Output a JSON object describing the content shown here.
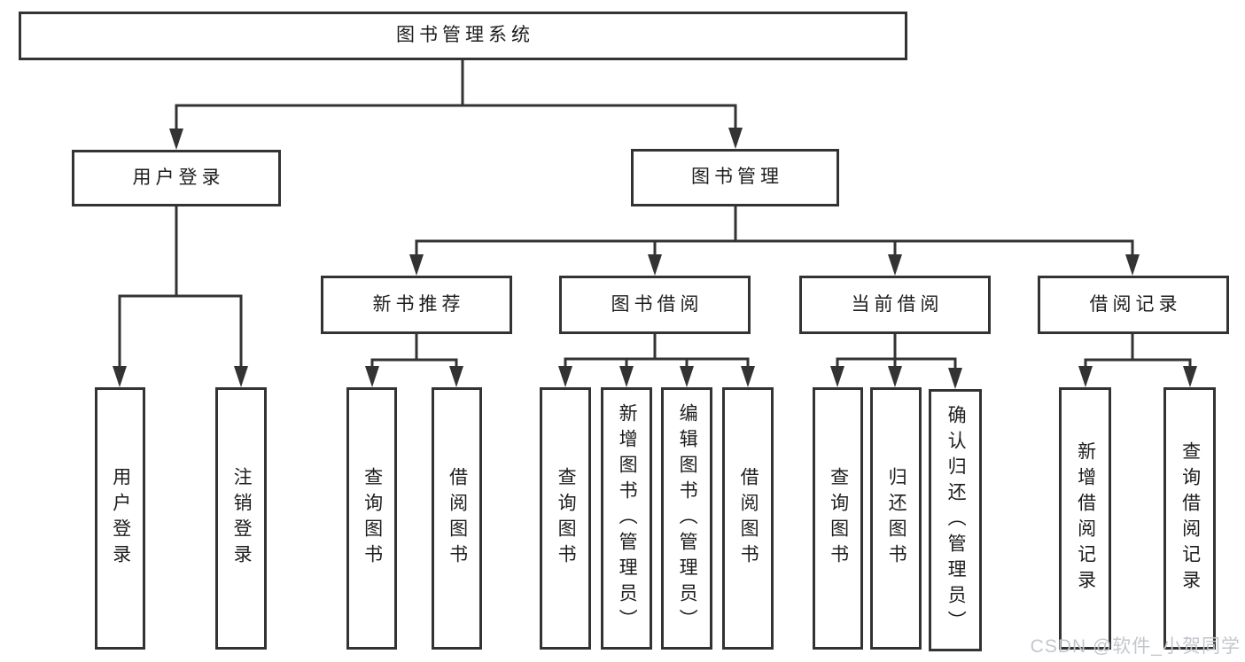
{
  "tree": {
    "root": "图书管理系统",
    "branches": [
      {
        "label": "用户登录",
        "children": [
          "用户登录",
          "注销登录"
        ]
      },
      {
        "label": "图书管理",
        "groups": [
          {
            "label": "新书推荐",
            "children": [
              "查询图书",
              "借阅图书"
            ]
          },
          {
            "label": "图书借阅",
            "children": [
              "查询图书",
              "新增图书（管理员）",
              "编辑图书（管理员）",
              "借阅图书"
            ]
          },
          {
            "label": "当前借阅",
            "children": [
              "查询图书",
              "归还图书",
              "确认归还（管理员）"
            ]
          },
          {
            "label": "借阅记录",
            "children": [
              "新增借阅记录",
              "查询借阅记录"
            ]
          }
        ]
      }
    ]
  },
  "watermark": "CSDN @软件_小贺同学",
  "colors": {
    "line": "#333333",
    "text": "#1d1d1f",
    "watermark": "#c3c7cd",
    "background": "#ffffff"
  }
}
